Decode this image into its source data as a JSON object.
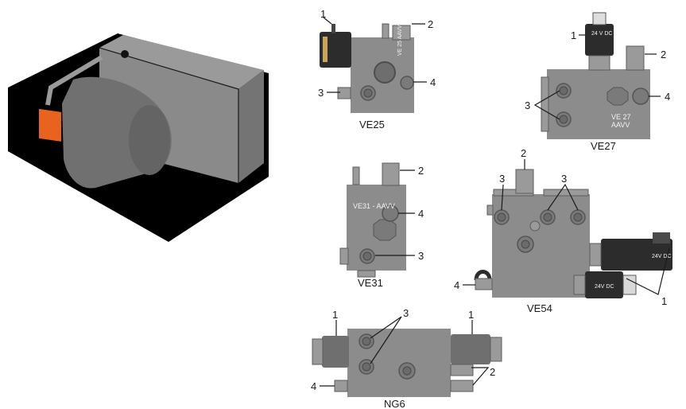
{
  "colors": {
    "tank_black": "#000000",
    "tank_grey": "#8a8a8a",
    "motor_grey": "#707070",
    "valve_orange": "#e8641e",
    "valve_body": "#8c8c8c"
  },
  "valves": {
    "ve25": {
      "caption": "VE25",
      "body_text": "VE 25 AAVV",
      "callouts": {
        "c1": "1",
        "c2": "2",
        "c3": "3",
        "c4": "4"
      }
    },
    "ve27": {
      "caption": "VE27",
      "body_text_1": "VE 27",
      "body_text_2": "AAVV",
      "solenoid_text": "24 V DC",
      "callouts": {
        "c1": "1",
        "c2": "2",
        "c3": "3",
        "c4": "4"
      }
    },
    "ve31": {
      "caption": "VE31",
      "body_text": "VE31 - AAVV",
      "callouts": {
        "c2": "2",
        "c3": "3",
        "c4": "4"
      }
    },
    "ve54": {
      "caption": "VE54",
      "solenoid_text_1": "24V DC",
      "solenoid_text_2": "24V DC",
      "callouts": {
        "c1": "1",
        "c2": "2",
        "c3": "3",
        "c3b": "3",
        "c4": "4"
      }
    },
    "ng6": {
      "caption": "NG6",
      "callouts": {
        "c1a": "1",
        "c1b": "1",
        "c2": "2",
        "c3": "3",
        "c4": "4"
      }
    }
  }
}
